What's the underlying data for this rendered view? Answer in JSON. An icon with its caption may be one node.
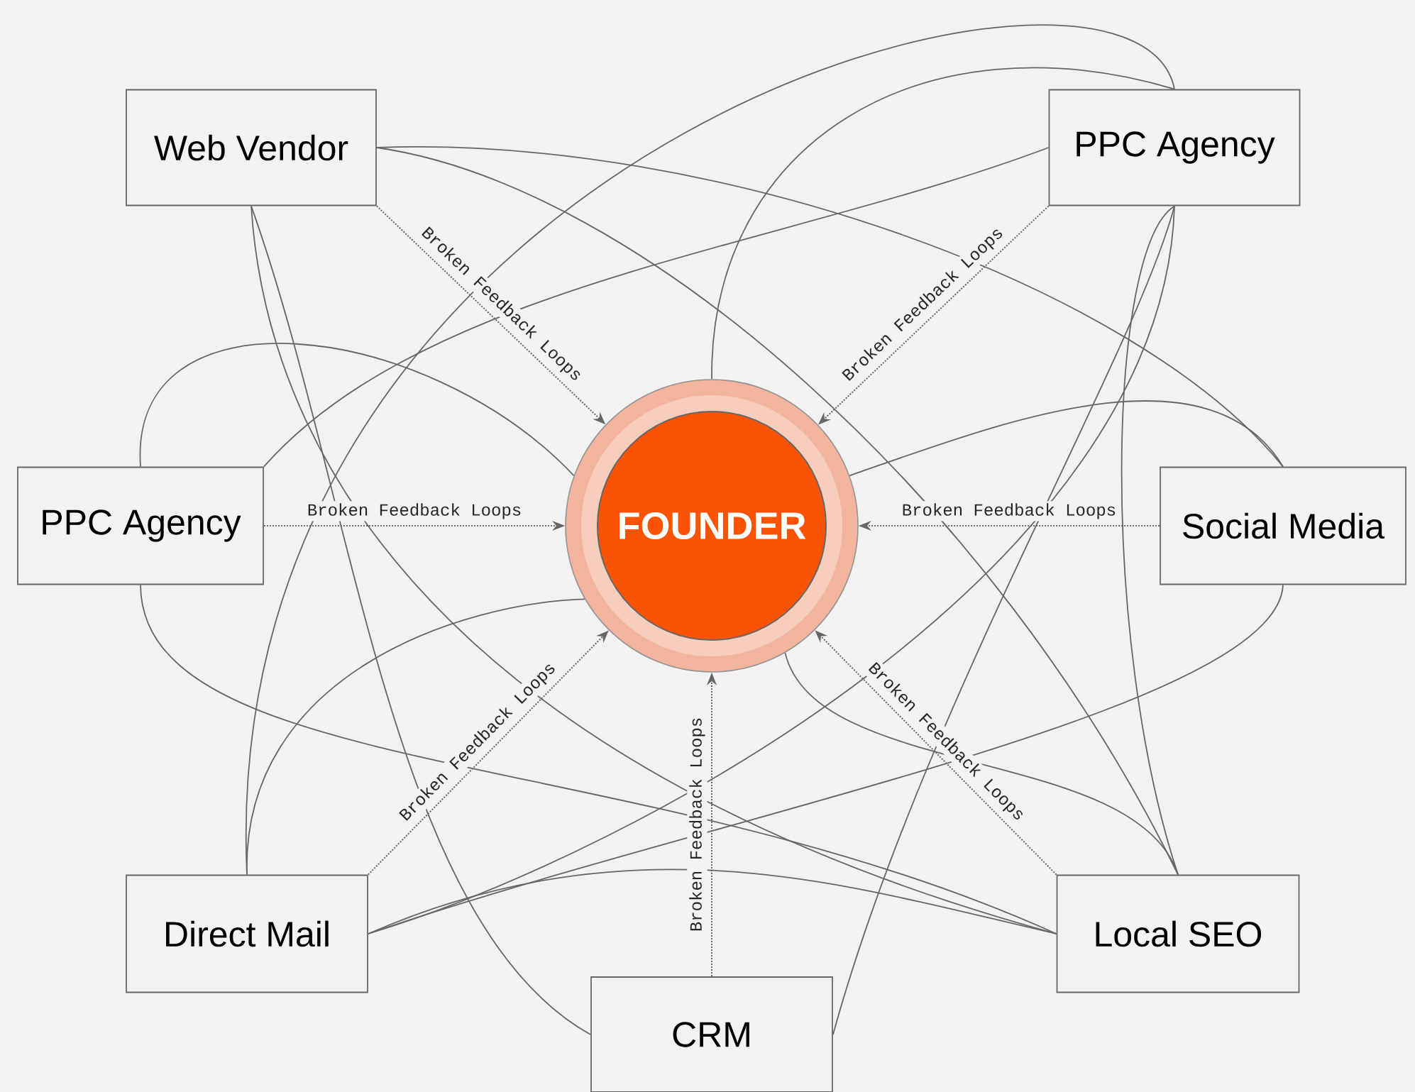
{
  "diagram": {
    "nodes": [
      {
        "text": [
          "FOUNDER"
        ]
      },
      {
        "text": [
          "Web Vendor"
        ]
      },
      {
        "text": [
          "PPC Agency"
        ]
      },
      {
        "text": [
          "PPC Agency"
        ]
      },
      {
        "text": [
          "Social Media"
        ]
      },
      {
        "text": [
          "Direct Mail"
        ]
      },
      {
        "text": [
          "CRM"
        ]
      },
      {
        "text": [
          "Local SEO"
        ]
      }
    ],
    "edges": [
      {
        "from": 1,
        "to": 0,
        "arrow": "to",
        "style": "dashed",
        "label": "Broken Feedback Loops"
      },
      {
        "from": 2,
        "to": 0,
        "arrow": "to",
        "style": "dashed",
        "label": "Broken Feedback Loops"
      },
      {
        "from": 3,
        "to": 0,
        "arrow": "to",
        "style": "dashed",
        "label": "Broken Feedback Loops"
      },
      {
        "from": 4,
        "to": 0,
        "arrow": "to",
        "style": "dashed",
        "label": "Broken Feedback Loops"
      },
      {
        "from": 5,
        "to": 0,
        "arrow": "to",
        "style": "dashed",
        "label": "Broken Feedback Loops"
      },
      {
        "from": 7,
        "to": 0,
        "arrow": "to",
        "style": "dashed",
        "label": "Broken Feedback Loops"
      },
      {
        "from": 6,
        "to": 0,
        "arrow": "to",
        "style": "dashed",
        "label": "Broken Feedback Loops"
      },
      {
        "from": 1,
        "to": 4,
        "arrow": "none"
      },
      {
        "from": 1,
        "to": 7,
        "arrow": "none"
      },
      {
        "from": 1,
        "to": 7,
        "arrow": "none"
      },
      {
        "from": 2,
        "to": 3,
        "arrow": "none"
      },
      {
        "from": 2,
        "to": 5,
        "arrow": "none"
      },
      {
        "from": 6,
        "to": 2,
        "arrow": "none"
      },
      {
        "from": 3,
        "to": 7,
        "arrow": "none"
      },
      {
        "from": 3,
        "to": 0,
        "arrow": "none"
      },
      {
        "from": 4,
        "to": 5,
        "arrow": "none"
      },
      {
        "from": 5,
        "to": 2,
        "arrow": "none"
      },
      {
        "from": 7,
        "to": 2,
        "arrow": "none"
      },
      {
        "from": 0,
        "to": 2,
        "arrow": "none"
      },
      {
        "from": 5,
        "to": 7,
        "arrow": "none"
      },
      {
        "from": 6,
        "to": 1,
        "arrow": "none"
      },
      {
        "from": 4,
        "to": 0,
        "arrow": "none"
      },
      {
        "from": 0,
        "to": 7,
        "arrow": "none"
      },
      {
        "from": 5,
        "to": 0,
        "arrow": "none"
      }
    ]
  }
}
